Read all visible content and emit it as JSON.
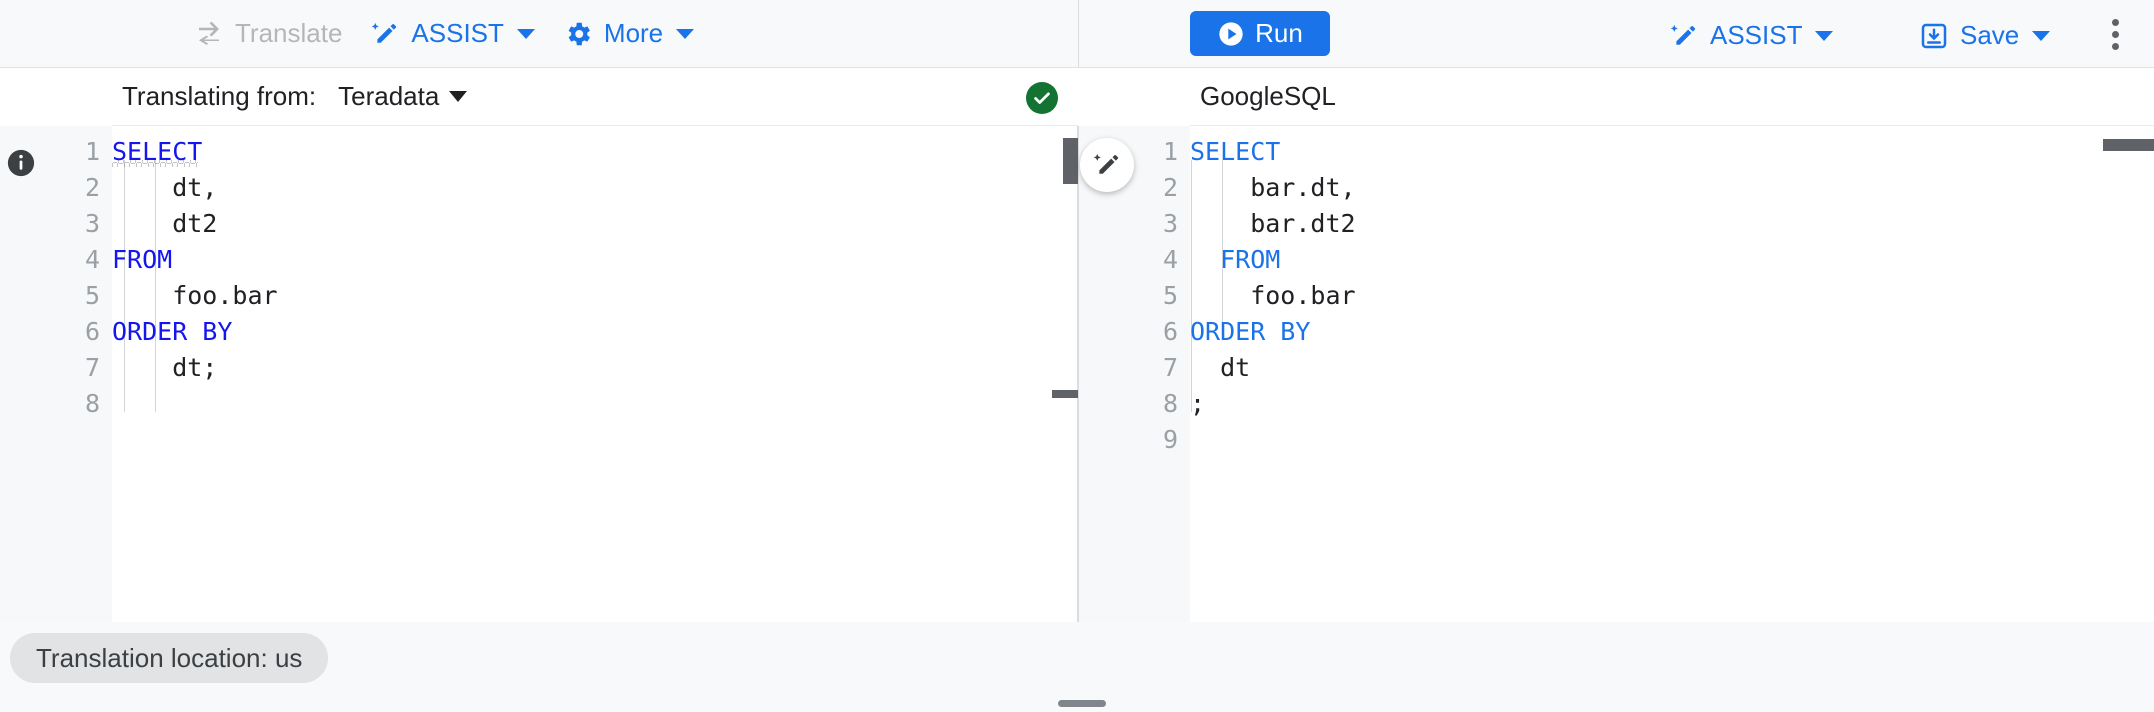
{
  "toolbar": {
    "left": [
      {
        "label": "Translate",
        "icon": "translate-swap-icon",
        "disabled": true,
        "caret": false
      },
      {
        "label": "ASSIST",
        "icon": "magic-pencil-icon",
        "disabled": false,
        "caret": true
      },
      {
        "label": "More",
        "icon": "gear-icon",
        "disabled": false,
        "caret": true
      }
    ],
    "run_label": "Run",
    "run_icon": "play-circle-icon",
    "assist_label": "ASSIST",
    "assist_icon": "magic-pencil-icon",
    "save_label": "Save",
    "save_icon": "save-disk-icon",
    "overflow_icon": "more-vert-icon",
    "accent_color": "#1a73e8",
    "disabled_color": "#b4b7ba"
  },
  "source_panel": {
    "label": "Translating from:",
    "dialect": "Teradata",
    "status_icon": "check-circle-icon",
    "status_color": "#137333",
    "info_icon": "info-icon",
    "line_numbers": [
      "1",
      "2",
      "3",
      "4",
      "5",
      "6",
      "7",
      "8"
    ],
    "code_lines": [
      {
        "text": "SELECT",
        "type": "keyword",
        "underline": true
      },
      {
        "text": "    dt,",
        "type": "plain"
      },
      {
        "text": "    dt2",
        "type": "plain"
      },
      {
        "text": "FROM",
        "type": "keyword"
      },
      {
        "text": "    foo.bar",
        "type": "plain"
      },
      {
        "text": "ORDER BY",
        "type": "keyword"
      },
      {
        "text": "    dt;",
        "type": "plain"
      },
      {
        "text": "",
        "type": "plain"
      }
    ]
  },
  "target_panel": {
    "dialect": "GoogleSQL",
    "assist_fab_icon": "magic-pencil-icon",
    "line_numbers": [
      "1",
      "2",
      "3",
      "4",
      "5",
      "6",
      "7",
      "8",
      "9"
    ],
    "code_lines": [
      {
        "text": "SELECT",
        "type": "keyword"
      },
      {
        "text": "    bar.dt,",
        "type": "plain"
      },
      {
        "text": "    bar.dt2",
        "type": "plain"
      },
      {
        "text": "  FROM",
        "type": "keyword"
      },
      {
        "text": "    foo.bar",
        "type": "plain"
      },
      {
        "text": "ORDER BY",
        "type": "keyword"
      },
      {
        "text": "  dt",
        "type": "plain"
      },
      {
        "text": ";",
        "type": "plain"
      },
      {
        "text": "",
        "type": "plain"
      }
    ]
  },
  "footer": {
    "location_chip": "Translation location: us"
  }
}
